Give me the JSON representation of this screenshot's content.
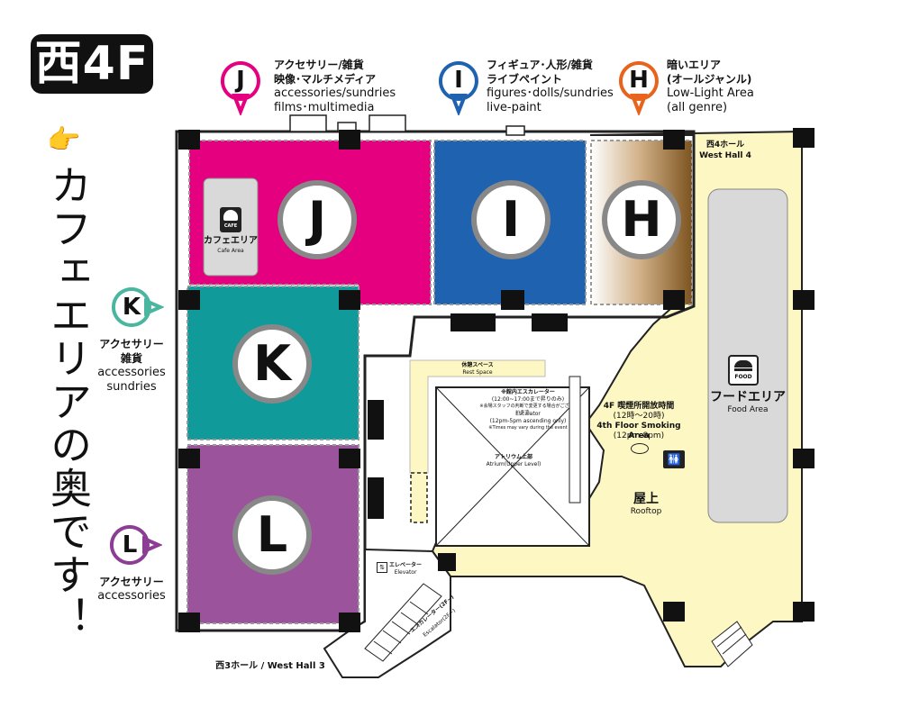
{
  "floor_badge": "西4F",
  "vertical_note": "カフェエリアの奥です！",
  "zones": [
    {
      "letter": "J",
      "jp": "アクセサリー/雑貨",
      "jp2": "映像･マルチメディア",
      "en": "accessories/sundries",
      "en2": "films･multimedia",
      "color": "#e4007f"
    },
    {
      "letter": "I",
      "jp": "フィギュア･人形/雑貨",
      "jp2": "ライブペイント",
      "en": "figures･dolls/sundries",
      "en2": "live-paint",
      "color": "#1f62b0"
    },
    {
      "letter": "H",
      "jp": "暗いエリア",
      "jp2": "(オールジャンル)",
      "en": "Low-Light Area",
      "en2": "(all genre)",
      "color": "#e8641c"
    },
    {
      "letter": "K",
      "jp": "アクセサリー",
      "jp2": "雑貨",
      "en": "accessories",
      "en2": "sundries",
      "color": "#4ab6a0"
    },
    {
      "letter": "L",
      "jp": "アクセサリー",
      "en": "accessories",
      "color": "#8c3d94"
    }
  ],
  "zone_fill_colors": {
    "J": "#e4007f",
    "I": "#1f62b0",
    "K": "#109a9a",
    "L": "#9b539c"
  },
  "cafe": {
    "icon_label": "CAFE",
    "jp": "カフェエリア",
    "en": "Cafe Area"
  },
  "food": {
    "icon_label": "FOOD",
    "jp": "フードエリア",
    "en": "Food Area"
  },
  "rooftop": {
    "jp": "屋上",
    "en": "Rooftop"
  },
  "smoking": {
    "jp": "4F 喫煙所開放時間",
    "jp2": "(12時～20時)",
    "en": "4th Floor Smoking Area",
    "en2": "(12pm-8pm)"
  },
  "west_hall_4": {
    "jp": "西4ホール",
    "en": "West Hall 4"
  },
  "west_hall_3": "西3ホール / West Hall 3",
  "rest_space": {
    "jp": "休憩スペース",
    "en": "Rest Space"
  },
  "atrium": {
    "jp": "アトリウム上部",
    "en": "Atrium(Upper Level)"
  },
  "escalator_note": {
    "title": "※館内エスカレーター",
    "hours": "(12:00~17:00まで昇りのみ)",
    "jp": "※会場スタッフの判断で変更する場合がございます。",
    "en1": "Escalator",
    "en2": "(12pm-5pm ascending only)",
    "en3": "※Times may vary during the event"
  },
  "elevator": {
    "jp": "エレベーター",
    "en": "Elevator"
  },
  "escalator_down": {
    "jp": "エスカレーター(2F~)",
    "en": "Escalator(2F~)"
  },
  "colors": {
    "rooftop": "#fdf7c3",
    "wall": "#222222",
    "food_block": "#d9d9d9"
  }
}
